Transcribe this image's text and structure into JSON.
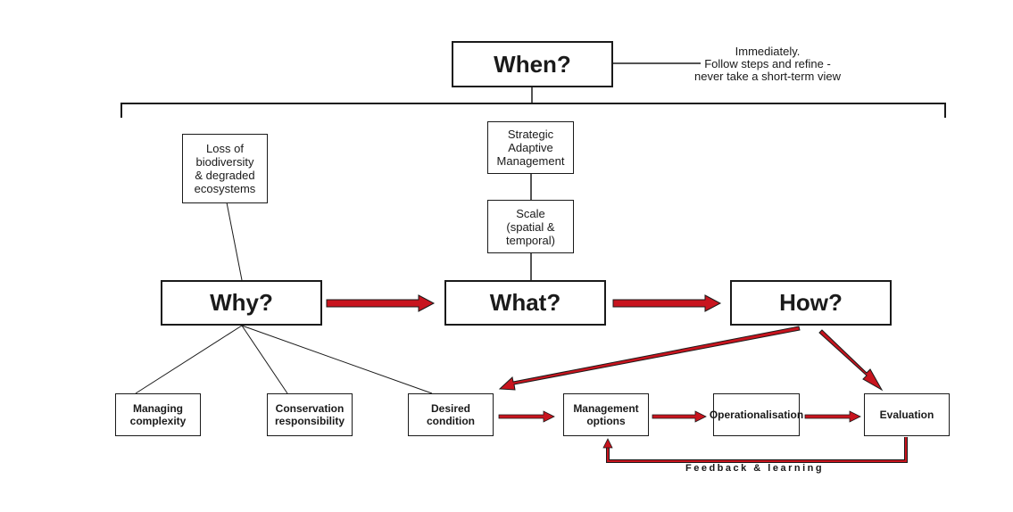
{
  "nodes": {
    "when": "When?",
    "why": "Why?",
    "what": "What?",
    "how": "How?",
    "loss": "Loss of\nbiodiversity\n& degraded\necosystems",
    "strategic": "Strategic\nAdaptive\nManagement",
    "scale": "Scale\n(spatial &\ntemporal)",
    "managing_complexity": "Managing\ncomplexity",
    "conservation_responsibility": "Conservation\nresponsibility",
    "desired_condition": "Desired\ncondition",
    "management_options": "Management\noptions",
    "operationalisation": "Operationalisation",
    "evaluation": "Evaluation"
  },
  "when_note": "Immediately.\nFollow steps and refine -\nnever take a short-term view",
  "feedback_label": "Feedback & learning",
  "colors": {
    "arrow_fill": "#c8141e",
    "line": "#1a1a1a"
  }
}
